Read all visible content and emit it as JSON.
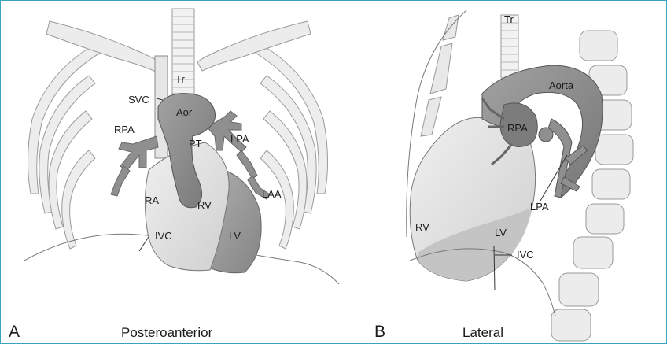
{
  "panels": [
    {
      "letter": "A",
      "caption": "Posteroanterior",
      "labels": {
        "tr": "Tr",
        "svc": "SVC",
        "aor": "Aor",
        "rpa": "RPA",
        "pt": "PT",
        "lpa": "LPA",
        "ra": "RA",
        "rv": "RV",
        "laa": "LAA",
        "ivc": "IVC",
        "lv": "LV"
      }
    },
    {
      "letter": "B",
      "caption": "Lateral",
      "labels": {
        "tr": "Tr",
        "aorta": "Aorta",
        "rpa": "RPA",
        "rv": "RV",
        "lv": "LV",
        "ivc": "IVC",
        "lpa": "LPA"
      }
    }
  ],
  "colors": {
    "frame": "#3aa2c2",
    "bone": "#ececec",
    "light_chamber": "#e2e2e2",
    "dark_vessel": "#8c8c8c",
    "outline": "#555555"
  }
}
